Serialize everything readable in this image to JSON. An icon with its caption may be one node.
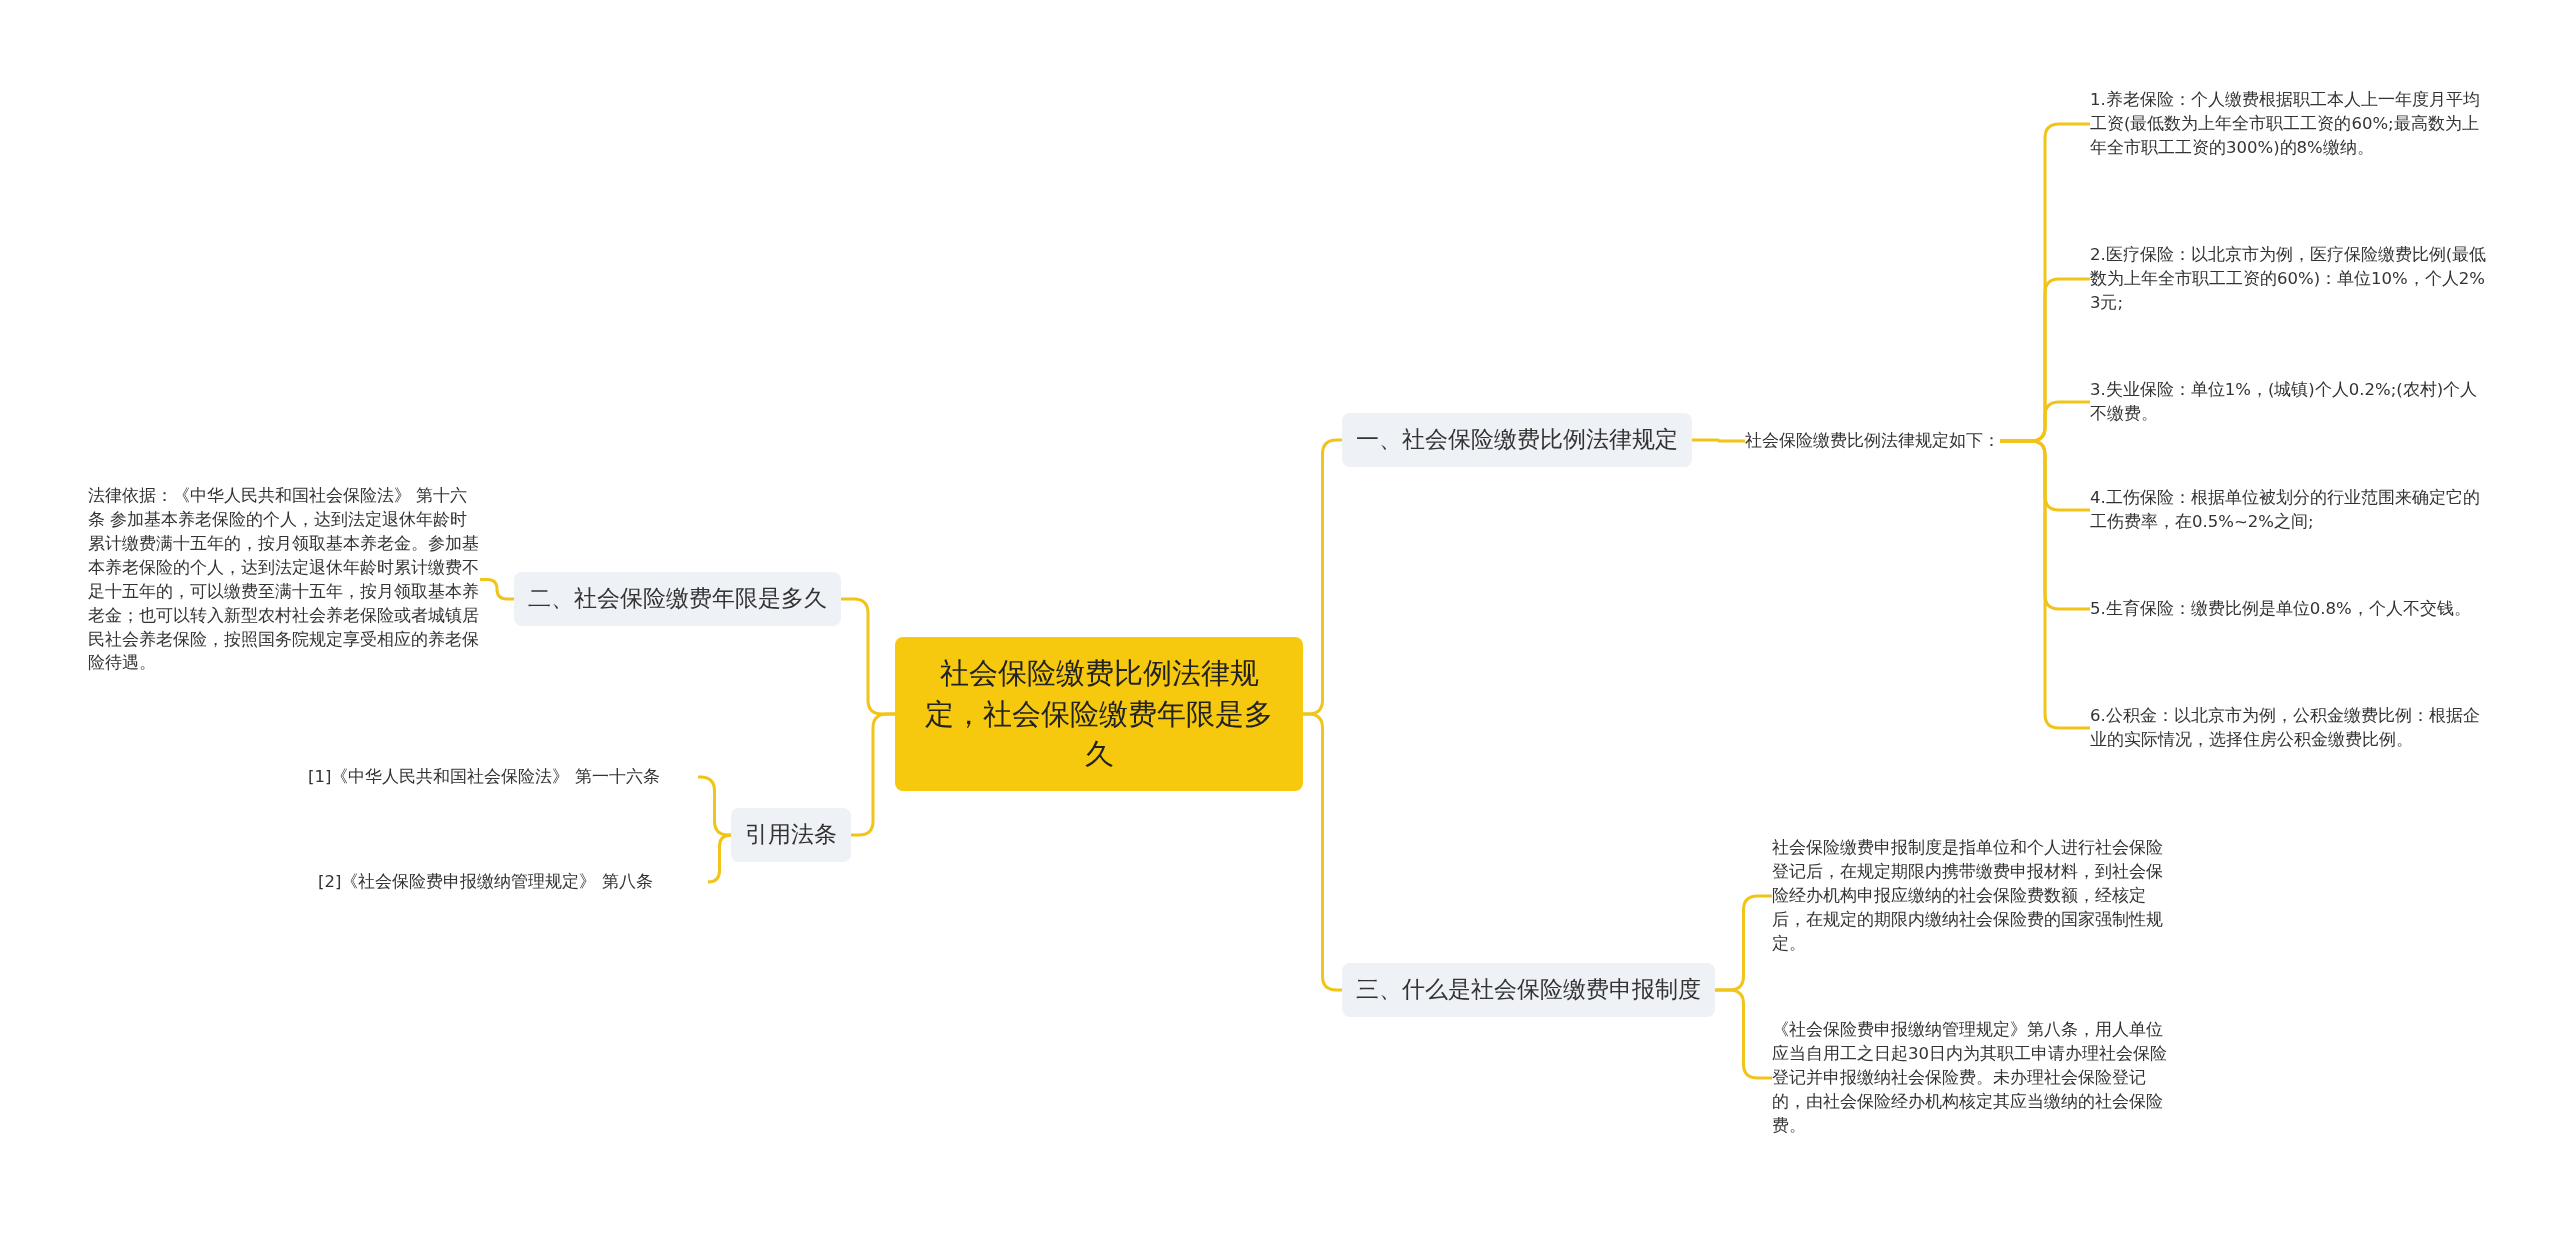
{
  "diagram": {
    "nodes": [
      {
        "text": [
          "社会保险缴费比例法律规定，社会保险缴费年限是多久"
        ]
      },
      {
        "text": [
          "一、社会保险缴费比例法律规定"
        ]
      },
      {
        "text": [
          "社会保险缴费比例法律规定如下："
        ]
      },
      {
        "text": [
          "1.养老保险：个人缴费根据职工本人上一年度月平均工资(最低数为上年全市职工工资的60%;最高数为上年全市职工工资的300%)的8%缴纳。"
        ]
      },
      {
        "text": [
          "2.医疗保险：以北京市为例，医疗保险缴费比例(最低数为上年全市职工工资的60%)：单位10%，个人2% 3元;"
        ]
      },
      {
        "text": [
          "3.失业保险：单位1%，(城镇)个人0.2%;(农村)个人不缴费。"
        ]
      },
      {
        "text": [
          "4.工伤保险：根据单位被划分的行业范围来确定它的工伤费率，在0.5%~2%之间;"
        ]
      },
      {
        "text": [
          "5.生育保险：缴费比例是单位0.8%，个人不交钱。"
        ]
      },
      {
        "text": [
          "6.公积金：以北京市为例，公积金缴费比例：根据企业的实际情况，选择住房公积金缴费比例。"
        ]
      },
      {
        "text": [
          "三、什么是社会保险缴费申报制度"
        ]
      },
      {
        "text": [
          "社会保险缴费申报制度是指单位和个人进行社会保险登记后，在规定期限内携带缴费申报材料，到社会保险经办机构申报应缴纳的社会保险费数额，经核定后，在规定的期限内缴纳社会保险费的国家强制性规定。"
        ]
      },
      {
        "text": [
          "《社会保险费申报缴纳管理规定》第八条，用人单位应当自用工之日起30日内为其职工申请办理社会保险登记并申报缴纳社会保险费。未办理社会保险登记的，由社会保险经办机构核定其应当缴纳的社会保险费。"
        ]
      },
      {
        "text": [
          "二、社会保险缴费年限是多久"
        ]
      },
      {
        "text": [
          "法律依据：《中华人民共和国社会保险法》 第十六条 参加基本养老保险的个人，达到法定退休年龄时累计缴费满十五年的，按月领取基本养老金。参加基本养老保险的个人，达到法定退休年龄时累计缴费不足十五年的，可以缴费至满十五年，按月领取基本养老金；也可以转入新型农村社会养老保险或者城镇居民社会养老保险，按照国务院规定享受相应的养老保险待遇。"
        ]
      },
      {
        "text": [
          "引用法条"
        ]
      },
      {
        "text": [
          "[1]《中华人民共和国社会保险法》 第一十六条"
        ]
      },
      {
        "text": [
          "[2]《社会保险费申报缴纳管理规定》 第八条"
        ]
      }
    ],
    "edges": [
      {
        "from": 0,
        "to": 1,
        "arrow": "none"
      },
      {
        "from": 1,
        "to": 2,
        "arrow": "none"
      },
      {
        "from": 2,
        "to": 3,
        "arrow": "none"
      },
      {
        "from": 2,
        "to": 4,
        "arrow": "none"
      },
      {
        "from": 2,
        "to": 5,
        "arrow": "none"
      },
      {
        "from": 2,
        "to": 6,
        "arrow": "none"
      },
      {
        "from": 2,
        "to": 7,
        "arrow": "none"
      },
      {
        "from": 2,
        "to": 8,
        "arrow": "none"
      },
      {
        "from": 0,
        "to": 9,
        "arrow": "none"
      },
      {
        "from": 9,
        "to": 10,
        "arrow": "none"
      },
      {
        "from": 9,
        "to": 11,
        "arrow": "none"
      },
      {
        "from": 0,
        "to": 12,
        "arrow": "none"
      },
      {
        "from": 12,
        "to": 13,
        "arrow": "none"
      },
      {
        "from": 0,
        "to": 14,
        "arrow": "none"
      },
      {
        "from": 14,
        "to": 15,
        "arrow": "none"
      },
      {
        "from": 14,
        "to": 16,
        "arrow": "none"
      }
    ]
  }
}
